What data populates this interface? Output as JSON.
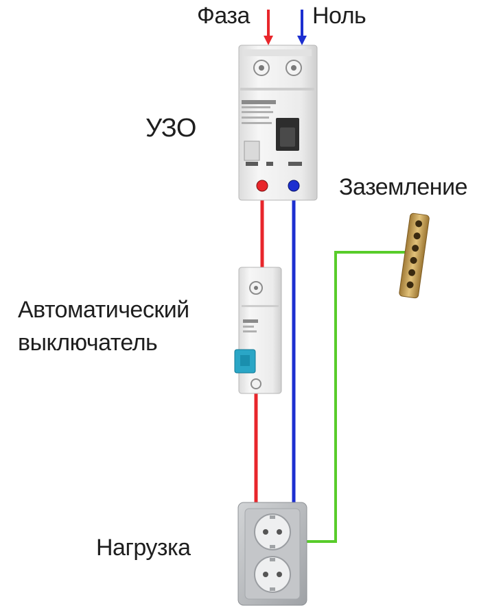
{
  "labels": {
    "phase": "Фаза",
    "neutral": "Ноль",
    "rcd": "УЗО",
    "ground": "Заземление",
    "breaker_line1": "Автоматический",
    "breaker_line2": "выключатель",
    "load": "Нагрузка"
  },
  "colors": {
    "phase_wire": "#e8262b",
    "neutral_wire": "#1c2fd0",
    "ground_wire": "#58cc2a",
    "device_body": "#eeeeee",
    "breaker_toggle": "#2aa6c6",
    "busbar": "#c9a256",
    "socket_frame": "#b9bcc0"
  }
}
